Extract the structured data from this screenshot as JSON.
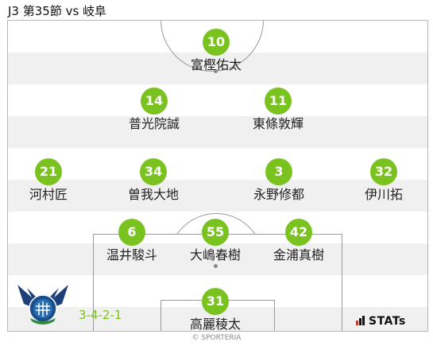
{
  "title": "J3 第35節 vs 岐阜",
  "formation": "3-4-2-1",
  "copyright": "© SPORTERIA",
  "brand": "STATs",
  "colors": {
    "accent": "#7ac21f",
    "stripe": "#f0f0f0",
    "line": "#9a9a9a"
  },
  "players": [
    {
      "number": "10",
      "name": "富樫佑太"
    },
    {
      "number": "14",
      "name": "普光院誠"
    },
    {
      "number": "11",
      "name": "東條敦輝"
    },
    {
      "number": "21",
      "name": "河村匠"
    },
    {
      "number": "34",
      "name": "曽我大地"
    },
    {
      "number": "3",
      "name": "永野修都"
    },
    {
      "number": "32",
      "name": "伊川拓"
    },
    {
      "number": "6",
      "name": "温井駿斗"
    },
    {
      "number": "55",
      "name": "大嶋春樹"
    },
    {
      "number": "42",
      "name": "金浦真樹"
    },
    {
      "number": "31",
      "name": "高麗稜太"
    }
  ]
}
